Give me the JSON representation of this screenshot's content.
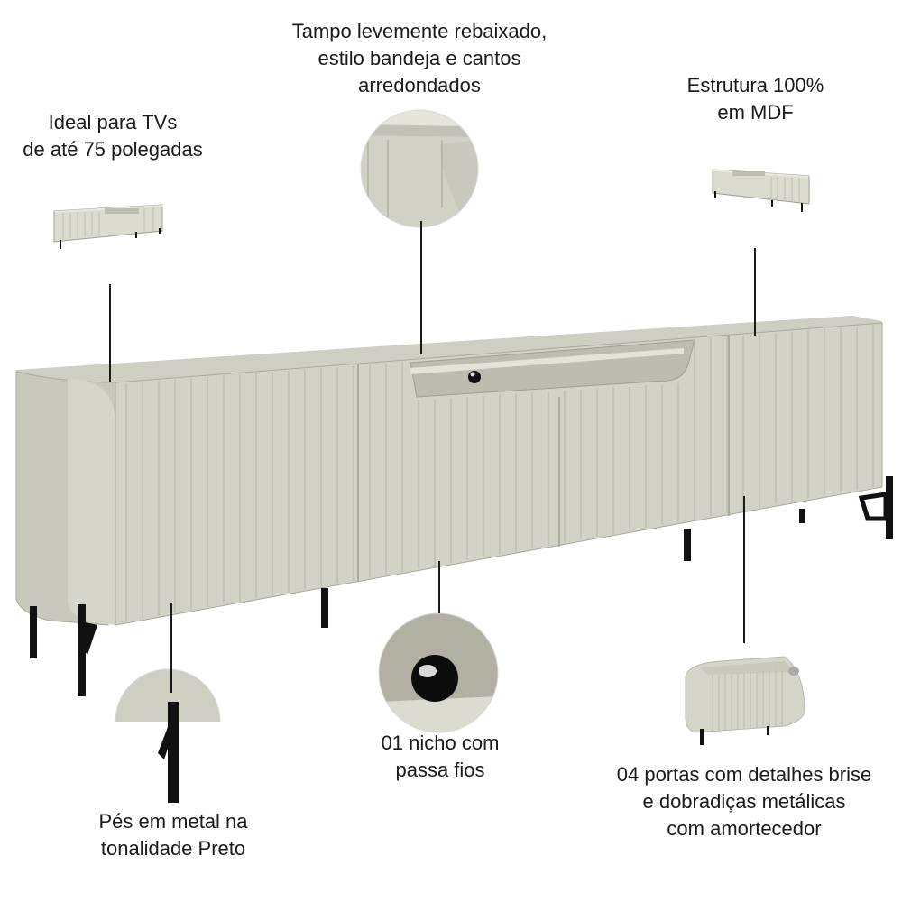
{
  "features": {
    "tray_top": {
      "line1": "Tampo levemente rebaixado,",
      "line2": "estilo bandeja e cantos",
      "line3": "arredondados"
    },
    "tv_size": {
      "line1": "Ideal para TVs",
      "line2": "de até 75 polegadas"
    },
    "structure": {
      "line1": "Estrutura 100%",
      "line2": "em MDF"
    },
    "legs": {
      "line1": "Pés em metal na",
      "line2": "tonalidade Preto"
    },
    "niche": {
      "line1": "01 nicho com",
      "line2": "passa fios"
    },
    "doors": {
      "line1": "04 portas com detalhes brise",
      "line2": "e dobradiças metálicas",
      "line3": "com amortecedor"
    }
  },
  "colors": {
    "body": "#d3d2c6",
    "body_light": "#e0dfd4",
    "body_dark": "#b9b8ab",
    "legs": "#111111",
    "text": "#1a1a1a"
  }
}
